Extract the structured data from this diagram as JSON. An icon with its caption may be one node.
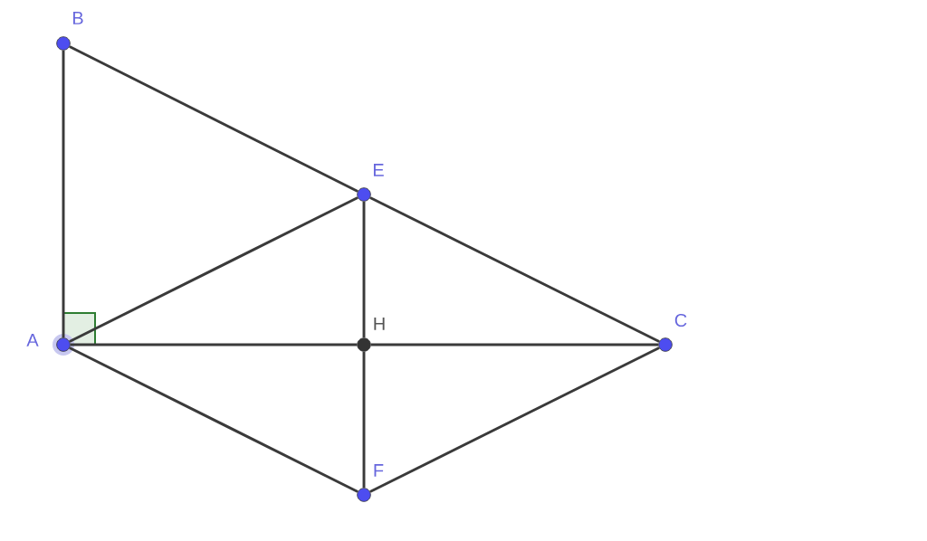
{
  "diagram": {
    "nodes": [
      {
        "text": [],
        "shape": "circle",
        "beside": [
          "B"
        ]
      },
      {
        "text": [],
        "shape": "circle",
        "beside": [
          "E"
        ]
      },
      {
        "text": [],
        "shape": "circle",
        "beside": [
          "A"
        ]
      },
      {
        "text": [],
        "shape": "circle",
        "beside": [
          "H"
        ]
      },
      {
        "text": [],
        "shape": "circle",
        "beside": [
          "C"
        ]
      },
      {
        "text": [],
        "shape": "circle",
        "beside": [
          "F"
        ]
      }
    ],
    "edges": [
      {
        "from": 2,
        "to": 0,
        "arrow": "none"
      },
      {
        "from": 0,
        "to": 1,
        "arrow": "none"
      },
      {
        "from": 1,
        "to": 4,
        "arrow": "none"
      },
      {
        "from": 2,
        "to": 1,
        "arrow": "none"
      },
      {
        "from": 1,
        "to": 3,
        "arrow": "none"
      },
      {
        "from": 3,
        "to": 5,
        "arrow": "none"
      },
      {
        "from": 2,
        "to": 3,
        "arrow": "none"
      },
      {
        "from": 3,
        "to": 4,
        "arrow": "none"
      },
      {
        "from": 2,
        "to": 5,
        "arrow": "none"
      },
      {
        "from": 5,
        "to": 4,
        "arrow": "none"
      }
    ]
  }
}
